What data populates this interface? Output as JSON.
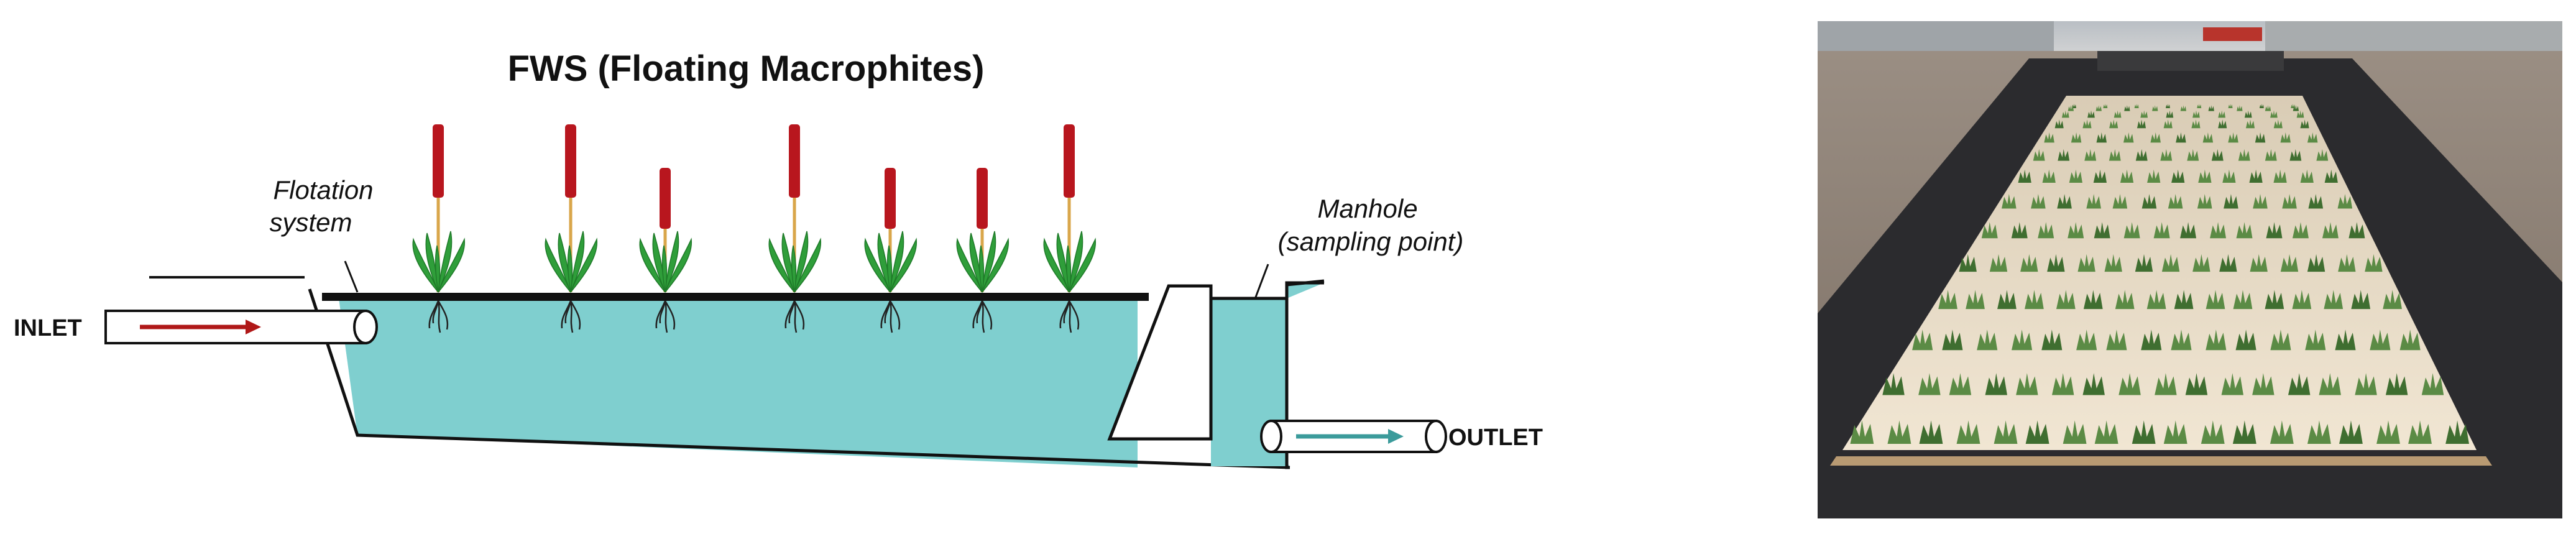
{
  "diagram": {
    "title": "FWS (Floating Macrophites)",
    "labels": {
      "flotation_line1": "Flotation",
      "flotation_line2": "system",
      "manhole_line1": "Manhole",
      "manhole_line2": "(sampling point)",
      "inlet": "INLET",
      "outlet": "OUTLET"
    },
    "plant_count": 7,
    "colors": {
      "water": "#7fcfcf",
      "outline": "#111111",
      "platform": "#111111",
      "inlet_arrow": "#b01818",
      "outlet_arrow": "#3b9b9b",
      "cattail_head": "#b8161e",
      "stem": "#d9a64a",
      "leaf": "#2f9e3a"
    }
  },
  "photo": {
    "subject": "floating macrophyte wetland bed (photograph)",
    "colors": {
      "sky": "#c9cdd1",
      "gravel": "#8f8378",
      "liner": "#2a2a2c",
      "float_panels": "#e9dcc6",
      "plants": "#4e7f3a"
    }
  }
}
